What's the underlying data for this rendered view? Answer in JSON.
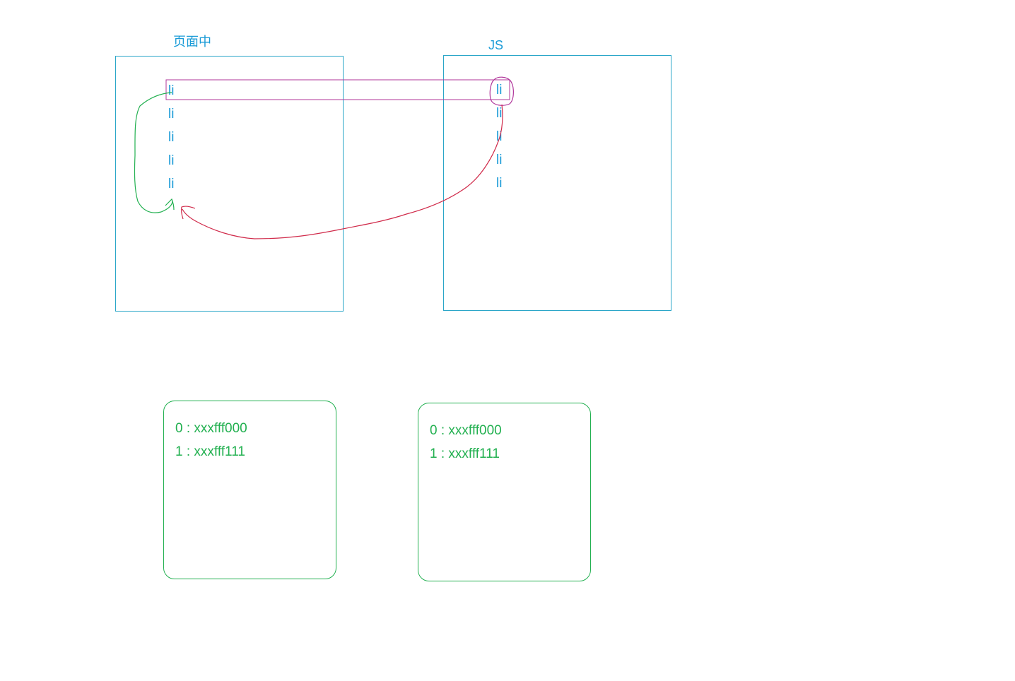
{
  "page_panel": {
    "title": "页面中",
    "items": [
      "li",
      "li",
      "li",
      "li",
      "li"
    ]
  },
  "js_panel": {
    "title": "JS",
    "items": [
      "li",
      "li",
      "li",
      "li",
      "li"
    ]
  },
  "memory_left": {
    "rows": [
      "0 : xxxfff000",
      "1 : xxxfff111"
    ]
  },
  "memory_right": {
    "rows": [
      "0 : xxxfff000",
      "1 : xxxfff111"
    ]
  },
  "colors": {
    "panel_border": "#2aa6c8",
    "text_blue": "#1a9bd7",
    "highlight_magenta": "#b0349a",
    "arrow_red": "#d02a4a",
    "arrow_green": "#22b050",
    "memory_border": "#22b050"
  }
}
